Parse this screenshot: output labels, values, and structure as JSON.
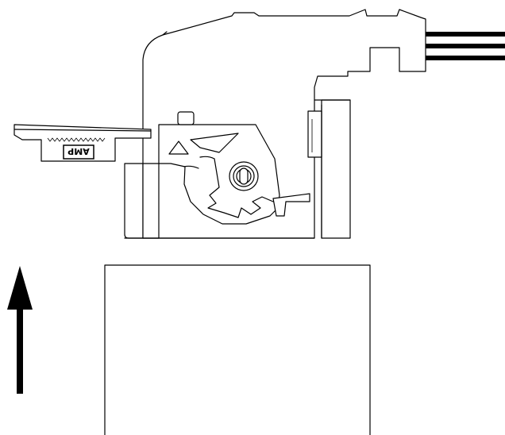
{
  "diagram": {
    "connector": {
      "logo_text": "AMP",
      "wire_count": 3
    },
    "arrow": {
      "direction": "up"
    },
    "mating_block": {}
  }
}
